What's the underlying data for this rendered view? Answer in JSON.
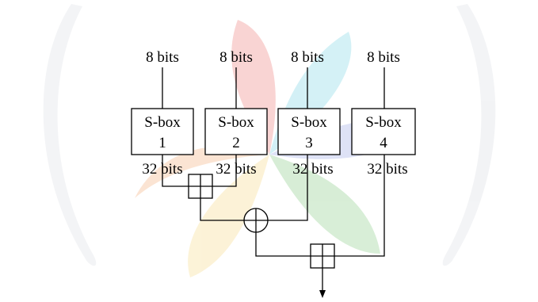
{
  "sboxes": [
    {
      "name": "S-box",
      "number": "1",
      "input": "8 bits",
      "output": "32 bits"
    },
    {
      "name": "S-box",
      "number": "2",
      "input": "8 bits",
      "output": "32 bits"
    },
    {
      "name": "S-box",
      "number": "3",
      "input": "8 bits",
      "output": "32 bits"
    },
    {
      "name": "S-box",
      "number": "4",
      "input": "8 bits",
      "output": "32 bits"
    }
  ],
  "operators": [
    {
      "kind": "addition-mod-2^32",
      "symbol": "boxed-plus"
    },
    {
      "kind": "xor",
      "symbol": "circled-plus"
    },
    {
      "kind": "addition-mod-2^32",
      "symbol": "boxed-plus"
    }
  ],
  "watermark": {
    "petal_colors": [
      "#e8423c",
      "#3bbfd8",
      "#6b7fd8",
      "#4cb04a",
      "#f2c94c",
      "#f08a3c"
    ],
    "laurel_color": "#c9cdd6"
  }
}
